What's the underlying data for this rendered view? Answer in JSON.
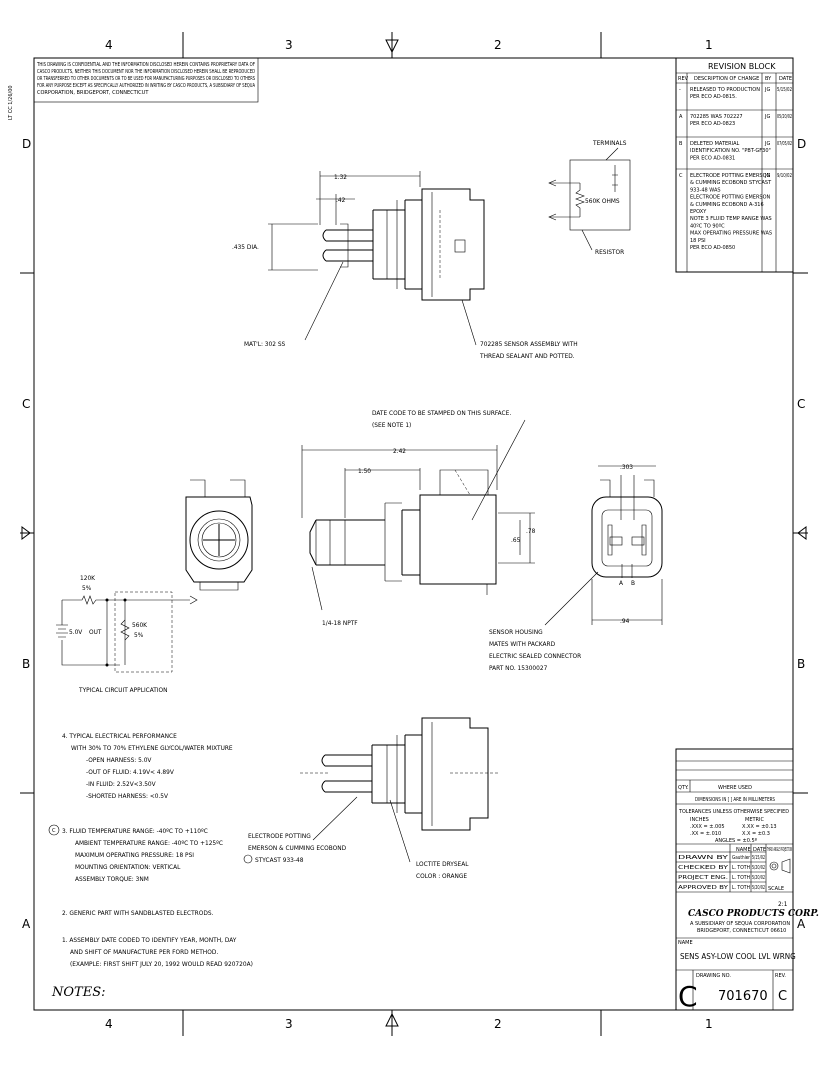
{
  "zones": {
    "columns": [
      "4",
      "3",
      "2",
      "1"
    ],
    "rows": [
      "D",
      "C",
      "B",
      "A"
    ]
  },
  "proprietary_notice": [
    "THIS DRAWING IS CONFIDENTIAL AND THE INFORMATION DISCLOSED HEREIN CONTAINS PROPRIETARY DATA OF",
    "CASCO PRODUCTS, NEITHER THIS DOCUMENT NOR THE INFORMATION DISCLOSED HEREIN SHALL BE REPRODUCED",
    "OR TRANSFERRED TO OTHER DOCUMENTS OR TO BE USED FOR MANUFACTURING PURPOSES OR DISCLOSED TO OTHERS",
    "FOR ANY PURPOSE EXCEPT AS SPECIFICALLY AUTHORIZED IN WRITING BY CASCO PRODUCTS, A SUBSIDIARY OF SEQUA",
    "CORPORATION, BRIDGEPORT, CONNECTICUT"
  ],
  "margin_stamp": "LT CC  1/26/00",
  "revision_block": {
    "title": "REVISION BLOCK",
    "headers": [
      "REV",
      "DESCRIPTION OF CHANGE",
      "BY",
      "DATE"
    ],
    "rows": [
      {
        "rev": "-",
        "lines": [
          "RELEASED TO PRODUCTION",
          "PER ECO AD-0815."
        ],
        "by": "JG",
        "date": "5/15/02"
      },
      {
        "rev": "A",
        "lines": [
          "702285 WAS 702227",
          "PER ECO AD-0823"
        ],
        "by": "JG",
        "date": "05/20/02"
      },
      {
        "rev": "B",
        "lines": [
          "DELETED MATERIAL",
          "IDENTIFICATION NO. \"PBT-GF30\"",
          "PER ECO AD-0831"
        ],
        "by": "JG",
        "date": "07/05/02"
      },
      {
        "rev": "C",
        "lines": [
          "ELECTRODE POTTING EMERSON",
          "& CUMMING ECOBOND STYCAST",
          "933-48 WAS",
          "ELECTRODE POTTING EMERSON",
          "& CUMMING ECOBOND A-316",
          "EPOXY",
          "NOTE 3 FLUID TEMP RANGE WAS",
          "40ºC TO 90ºC",
          "MAX OPERATING PRESSURE WAS",
          "18 PSI",
          "PER ECO AD-0850"
        ],
        "by": "JG",
        "date": "9/10/02"
      }
    ]
  },
  "top_view": {
    "dim_overall": "1.32",
    "dim_tip": ".42",
    "dim_dia": ".435 DIA.",
    "material": "MAT'L: 302 SS",
    "assembly_note": [
      "702285 SENSOR ASSEMBLY WITH",
      "THREAD SEALANT AND POTTED."
    ]
  },
  "schematic": {
    "terminals": "TERMINALS",
    "resistor_value": "560K OHMS",
    "resistor": "RESISTOR"
  },
  "mid_view": {
    "date_code_note": [
      "DATE CODE TO BE STAMPED ON THIS SURFACE.",
      "(SEE NOTE 1)"
    ],
    "dim_length": "2.42",
    "dim_thread": "1.50",
    "dim_height_outer": ".78",
    "dim_height_inner": ".65",
    "thread": "1/4-18 NPTF"
  },
  "connector_view": {
    "dim_pitch": ".303",
    "dim_width": ".94",
    "pin_a": "A",
    "pin_b": "B",
    "housing_note": [
      "SENSOR HOUSING",
      "MATES WITH PACKARD",
      "ELECTRIC SEALED CONNECTOR",
      "PART NO. 15300027"
    ]
  },
  "circuit": {
    "r1_value": "120K",
    "r1_tol": "5%",
    "r2_value": "560K",
    "r2_tol": "5%",
    "supply": "5.0V",
    "out": "OUT",
    "caption": "TYPICAL CIRCUIT APPLICATION"
  },
  "bottom_view": {
    "potting_note": [
      "ELECTRODE POTTING",
      "EMERSON & CUMMING ECOBOND",
      "STYCAST 933-48"
    ],
    "loctite_note": [
      "LOCTITE DRYSEAL",
      "COLOR : ORANGE"
    ]
  },
  "notes": {
    "title": "NOTES:",
    "note4": [
      "4. TYPICAL ELECTRICAL PERFORMANCE",
      "WITH 30% TO 70% ETHYLENE GLYCOL/WATER MIXTURE",
      "-OPEN HARNESS: 5.0V",
      "-OUT OF FLUID: 4.19V< 4.89V",
      "-IN FLUID:       2.52V<3.50V",
      "-SHORTED HARNESS: <0.5V"
    ],
    "note3_marker": "C",
    "note3": [
      "3. FLUID TEMPERATURE RANGE: -40ºC TO +110ºC",
      "AMBIENT TEMPERATURE RANGE: -40ºC TO +125ºC",
      "MAXIMUM OPERATING PRESSURE: 18 PSI",
      "MOUNTING ORIENTATION: VERTICAL",
      "ASSEMBLY TORQUE: 3NM"
    ],
    "note2": "2. GENERIC PART WITH SANDBLASTED ELECTRODS.",
    "note1": [
      "1. ASSEMBLY DATE CODED TO IDENTIFY YEAR, MONTH, DAY",
      "AND SHIFT OF MANUFACTURE PER FORD METHOD.",
      "(EXAMPLE: FIRST SHIFT JULY 20, 1992 WOULD READ 920720A)"
    ]
  },
  "title_block": {
    "qty": "QTY.",
    "where_used": "WHERE USED",
    "dimensions": "DIMENSIONS IN [ ] ARE IN MILLIMETERS",
    "tolerances": "TOLERANCES UNLESS OTHERWISE SPECIFIED",
    "inches": "INCHES",
    "metric": "METRIC",
    "tol_xxx": ".XXX = ±.005",
    "tol_xx": ".XX = ±.010",
    "tol_mxxx": "X.XX = ±0.13",
    "tol_mxx": "X.X = ±0.3",
    "angles": "ANGLES = ±0.5º",
    "sig_headers": [
      "NAME",
      "DATE"
    ],
    "projection": "THIRD ANGLE PROJECTION",
    "signatures": [
      {
        "role": "DRAWN BY",
        "name": "Gauthier",
        "date": "5/15/02"
      },
      {
        "role": "CHECKED BY",
        "name": "L. TOTH",
        "date": "5/20/02"
      },
      {
        "role": "PROJECT ENG.",
        "name": "L. TOTH",
        "date": "5/20/02"
      },
      {
        "role": "APPROVED BY",
        "name": "L. TOTH",
        "date": "5/20/02"
      }
    ],
    "scale_label": "SCALE",
    "scale": "2:1",
    "company": "CASCO PRODUCTS CORP.",
    "company_sub1": "A SUBSIDIARY OF SEQUA CORPORATION",
    "company_sub2": "BRIDGEPORT, CONNECTICUT 06610",
    "name_label": "NAME",
    "part_name": "SENS ASY-LOW COOL LVL WRNG",
    "size": "C",
    "drawing_no_label": "DRAWING NO.",
    "drawing_no": "701670",
    "rev_label": "REV.",
    "rev": "C"
  }
}
